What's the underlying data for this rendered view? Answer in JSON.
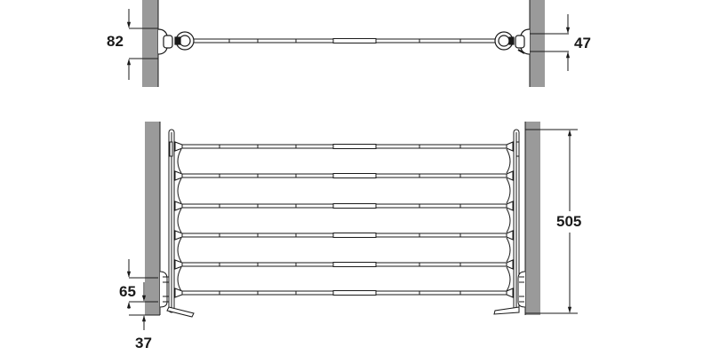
{
  "diagram": {
    "type": "technical-drawing",
    "subject": "pull-out trouser rack, top and front views",
    "colors": {
      "wall": "#9a9a9a",
      "line": "#1a1a1a",
      "bar_fill": "#ffffff"
    },
    "top_view": {
      "dimensions": {
        "left_offset": "82",
        "right_offset": "47"
      }
    },
    "front_view": {
      "bar_count": 6,
      "dimensions": {
        "height": "505",
        "rail_spacing": "65",
        "bottom_offset": "37"
      }
    }
  }
}
